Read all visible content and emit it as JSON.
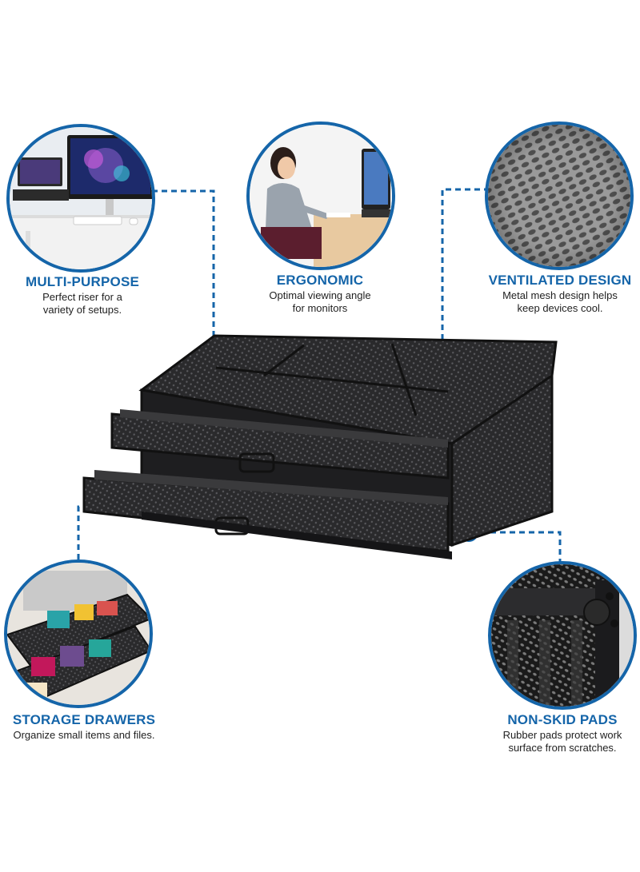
{
  "features": {
    "multi_purpose": {
      "title": "MULTI-PURPOSE",
      "line1": "Perfect riser for a",
      "line2": "variety of setups.",
      "icon": "desk-setup-photo"
    },
    "ergonomic": {
      "title": "ERGONOMIC",
      "line1": "Optimal viewing angle",
      "line2": "for monitors",
      "icon": "person-at-desk-photo"
    },
    "ventilated": {
      "title": "VENTILATED DESIGN",
      "line1": "Metal mesh design helps",
      "line2": "keep devices cool.",
      "icon": "mesh-closeup-photo"
    },
    "storage": {
      "title": "STORAGE DRAWERS",
      "line1": "Organize small items and files.",
      "icon": "drawers-photo"
    },
    "non_skid": {
      "title": "NON-SKID PADS",
      "line1": "Rubber pads protect work",
      "line2": "surface from scratches.",
      "icon": "rubber-pad-photo"
    }
  },
  "colors": {
    "accent": "#1565a9",
    "product": "#2a2a2c",
    "text": "#222222"
  }
}
